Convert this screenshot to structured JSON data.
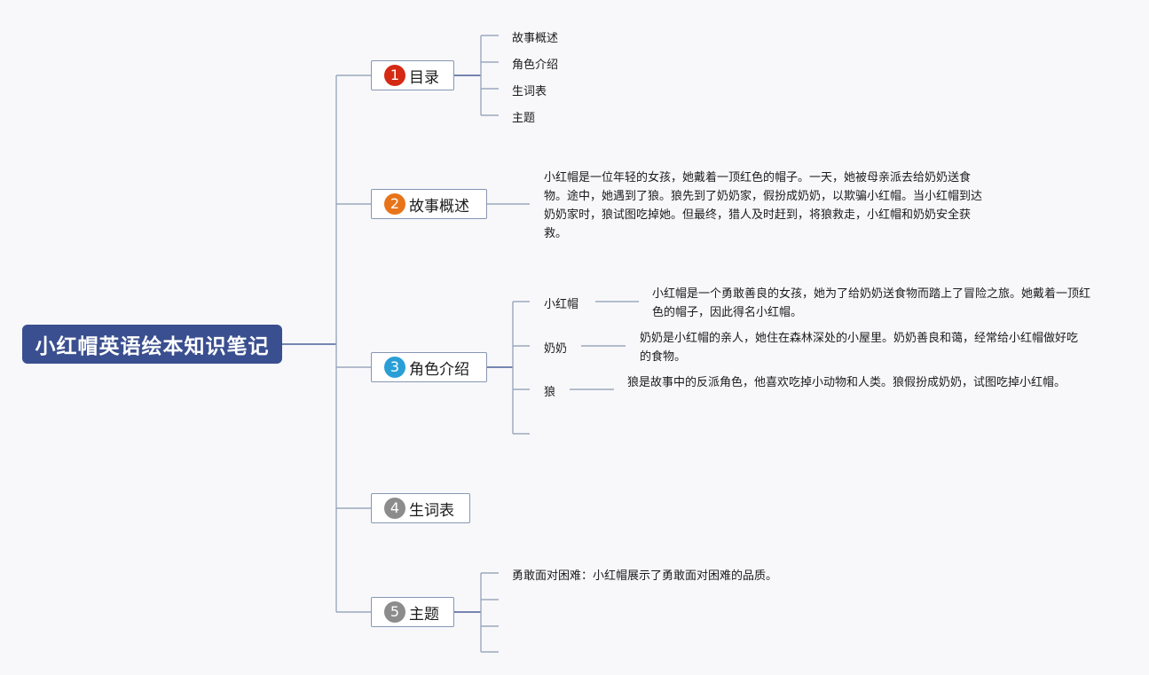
{
  "root": {
    "title": "小红帽英语绘本知识笔记"
  },
  "branches": {
    "toc": {
      "number": "1",
      "label": "目录",
      "badge_color": "#d42a14",
      "items": [
        "故事概述",
        "角色介绍",
        "生词表",
        "主题"
      ]
    },
    "summary": {
      "number": "2",
      "label": "故事概述",
      "badge_color": "#e8741a",
      "text": "小红帽是一位年轻的女孩，她戴着一顶红色的帽子。一天，她被母亲派去给奶奶送食物。途中，她遇到了狼。狼先到了奶奶家，假扮成奶奶，以欺骗小红帽。当小红帽到达奶奶家时，狼试图吃掉她。但最终，猎人及时赶到，将狼救走，小红帽和奶奶安全获救。"
    },
    "characters": {
      "number": "3",
      "label": "角色介绍",
      "badge_color": "#2a9fd6",
      "items": [
        {
          "name": "小红帽",
          "desc": "小红帽是一个勇敢善良的女孩，她为了给奶奶送食物而踏上了冒险之旅。她戴着一顶红色的帽子，因此得名小红帽。"
        },
        {
          "name": "奶奶",
          "desc": "奶奶是小红帽的亲人，她住在森林深处的小屋里。奶奶善良和蔼，经常给小红帽做好吃的食物。"
        },
        {
          "name": "狼",
          "desc": "狼是故事中的反派角色，他喜欢吃掉小动物和人类。狼假扮成奶奶，试图吃掉小红帽。"
        }
      ]
    },
    "vocab": {
      "number": "4",
      "label": "生词表",
      "badge_color": "#8c8c8c"
    },
    "theme": {
      "number": "5",
      "label": "主题",
      "badge_color": "#8c8c8c",
      "items": [
        "勇敢面对困难：小红帽展示了勇敢面对困难的品质。"
      ]
    }
  }
}
